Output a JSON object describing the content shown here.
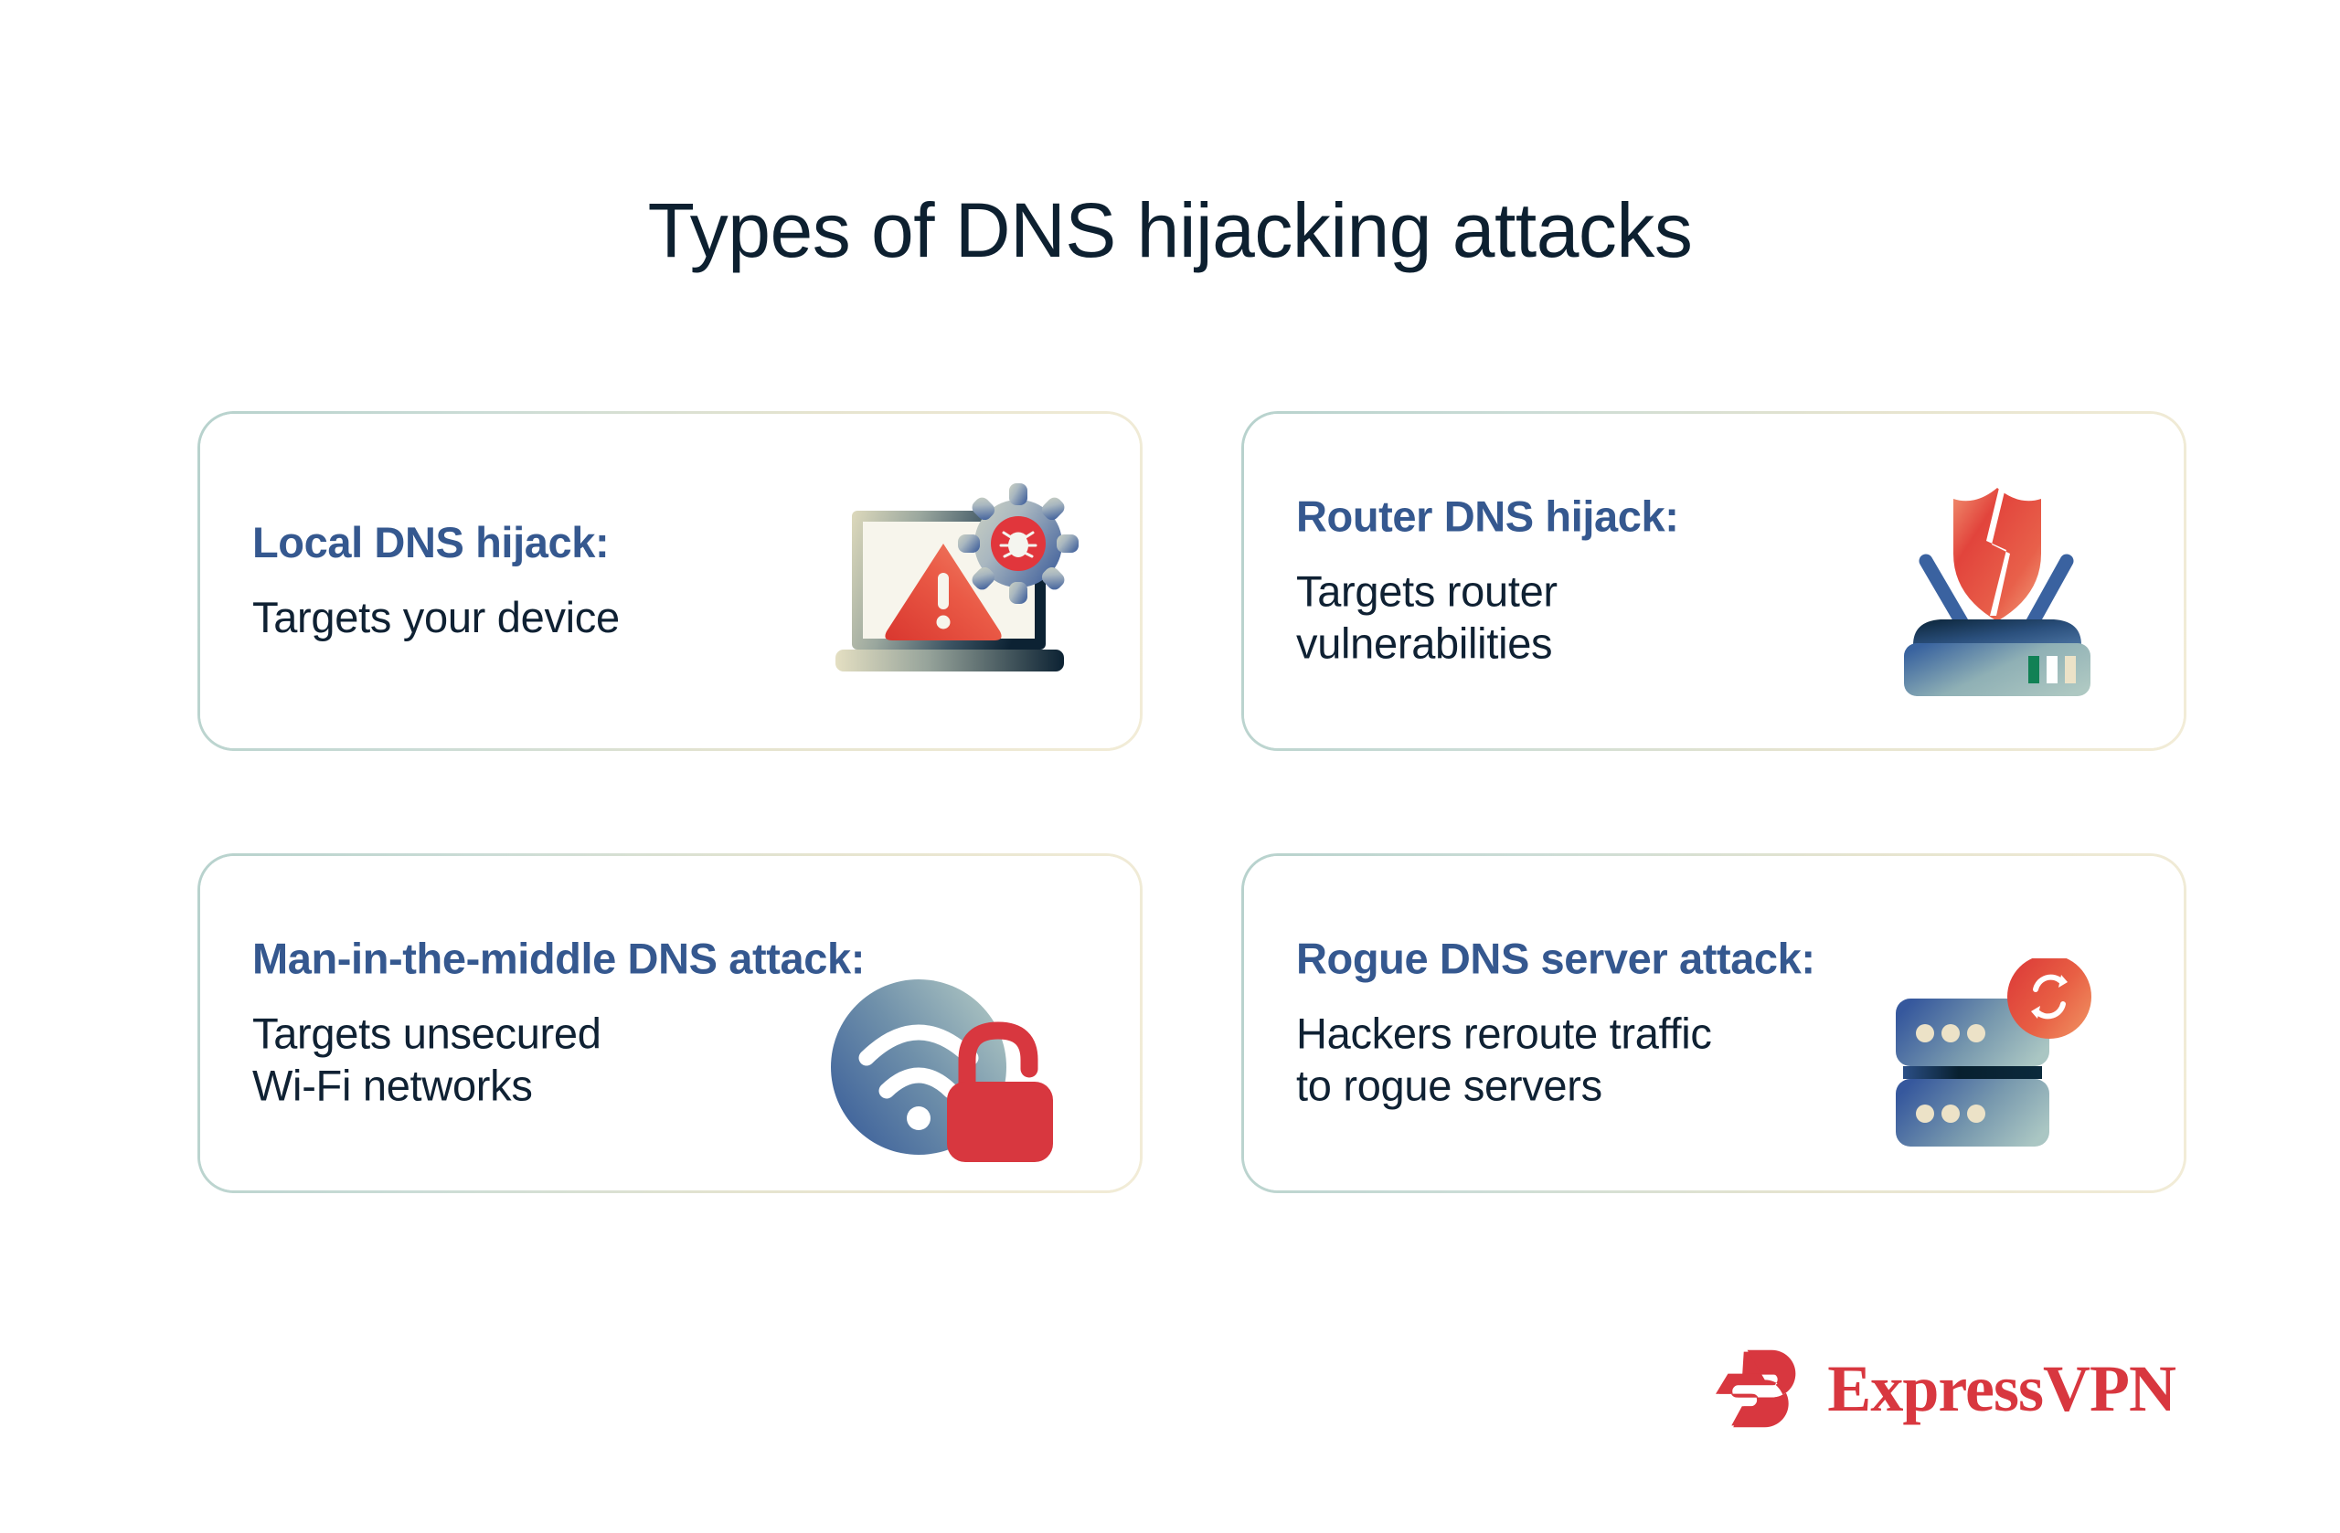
{
  "page": {
    "title": "Types of DNS hijacking attacks",
    "background_color": "#ffffff",
    "title_color": "#0d2030"
  },
  "theme": {
    "heading_blue": "#35588f",
    "body_navy": "#0f2133",
    "border_gradient_start": "#b7d2cd",
    "border_gradient_end": "#f2ecd7",
    "accent_red": "#d8373f",
    "warning_red": "#e8483f",
    "icon_blue": "#3a5f96",
    "icon_sage": "#a9c4c0"
  },
  "cards": [
    {
      "id": "local-dns-hijack",
      "heading": "Local DNS hijack:",
      "body": "Targets your device",
      "icon_name": "laptop-malware-icon"
    },
    {
      "id": "router-dns-hijack",
      "heading": "Router DNS hijack:",
      "body": "Targets router\nvulnerabilities",
      "icon_name": "router-broken-shield-icon"
    },
    {
      "id": "man-in-the-middle-dns-attack",
      "heading": "Man-in-the-middle DNS attack:",
      "body": "Targets unsecured\nWi-Fi networks",
      "icon_name": "wifi-unlocked-icon"
    },
    {
      "id": "rogue-dns-server-attack",
      "heading": "Rogue DNS server attack:",
      "body": "Hackers reroute traffic\nto rogue servers",
      "icon_name": "server-reroute-icon"
    }
  ],
  "brand": {
    "name": "ExpressVPN",
    "mark_name": "expressvpn-e-mark-icon",
    "color": "#d8373f"
  }
}
